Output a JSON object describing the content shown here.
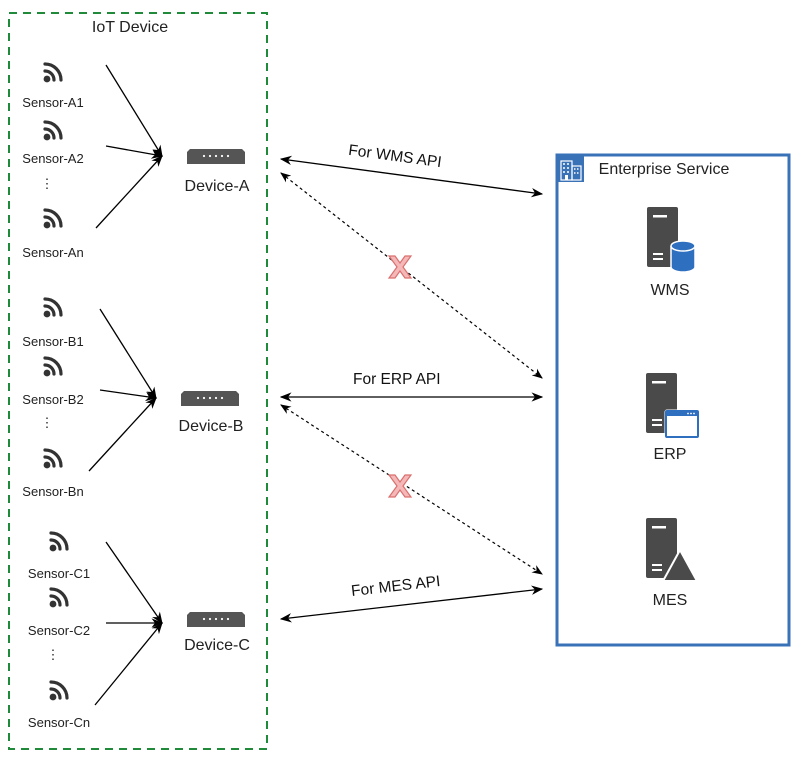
{
  "iot_group": {
    "title": "IoT Device",
    "border_color": "#1e8a3a",
    "groups": [
      {
        "device": "Device-A",
        "sensors": [
          "Sensor-A1",
          "Sensor-A2",
          "Sensor-An"
        ],
        "ellipsis": "⋮"
      },
      {
        "device": "Device-B",
        "sensors": [
          "Sensor-B1",
          "Sensor-B2",
          "Sensor-Bn"
        ],
        "ellipsis": "⋮"
      },
      {
        "device": "Device-C",
        "sensors": [
          "Sensor-C1",
          "Sensor-C2",
          "Sensor-Cn"
        ],
        "ellipsis": "⋮"
      }
    ]
  },
  "enterprise": {
    "title": "Enterprise Service",
    "border_color": "#3a72b8",
    "icon": "building-icon",
    "services": [
      {
        "name": "WMS",
        "icon": "server-database-icon"
      },
      {
        "name": "ERP",
        "icon": "server-window-icon"
      },
      {
        "name": "MES",
        "icon": "server-triangle-icon"
      }
    ]
  },
  "connections": [
    {
      "from": "Device-A",
      "to": "WMS",
      "label": "For WMS API",
      "style": "solid",
      "blocked": false
    },
    {
      "from": "Device-B",
      "to": "ERP",
      "label": "For ERP API",
      "style": "solid",
      "blocked": false
    },
    {
      "from": "Device-C",
      "to": "MES",
      "label": "For MES API",
      "style": "solid",
      "blocked": false
    },
    {
      "from": "Device-A",
      "to": "ERP",
      "label": "",
      "style": "dashed",
      "blocked": true
    },
    {
      "from": "Device-B",
      "to": "MES",
      "label": "",
      "style": "dashed",
      "blocked": true
    }
  ],
  "colors": {
    "icon_dark": "#4a4a4a",
    "accent_blue": "#2f6fbf",
    "blocked_fill": "#f4b8b8",
    "blocked_stroke": "#d9706f"
  },
  "blocked_mark": "X"
}
